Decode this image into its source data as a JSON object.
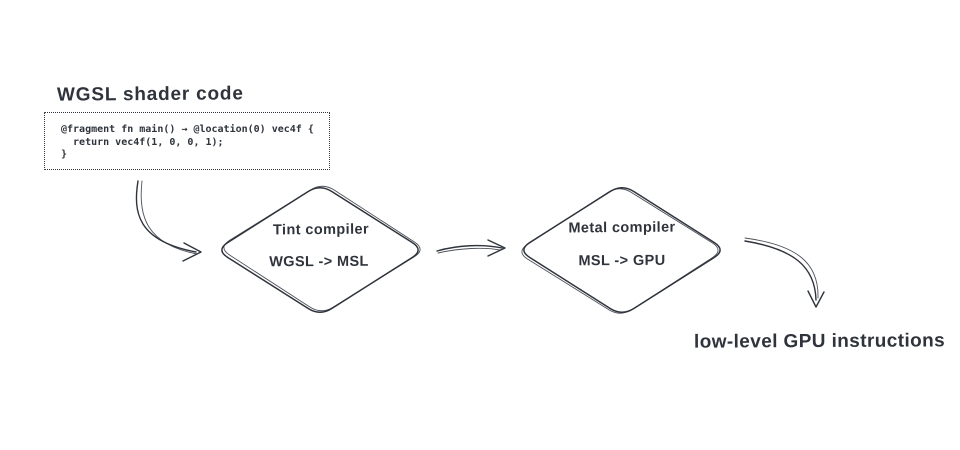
{
  "diagram": {
    "title": "WGSL shader code",
    "code_box": {
      "lines": [
        "@fragment fn main() → @location(0) vec4f {",
        "  return vec4f(1, 0, 0, 1);",
        "}"
      ]
    },
    "nodes": [
      {
        "id": "tint-compiler",
        "title": "Tint compiler",
        "subtitle": "WGSL -> MSL"
      },
      {
        "id": "metal-compiler",
        "title": "Metal compiler",
        "subtitle": "MSL -> GPU"
      }
    ],
    "output_label": "low-level GPU instructions",
    "colors": {
      "stroke": "#2f343c",
      "background": "#ffffff"
    }
  }
}
